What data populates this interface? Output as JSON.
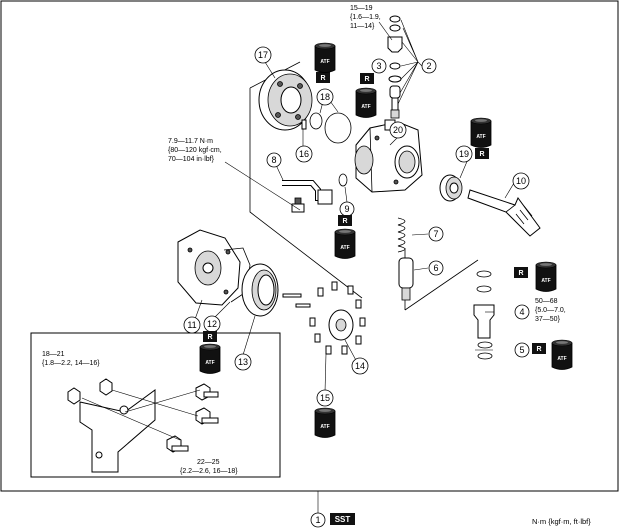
{
  "torques": {
    "t1": [
      "15—19",
      "{1.6—1.9,",
      "11—14}"
    ],
    "t2": [
      "7.9—11.7 N·m",
      "{80—120 kgf·cm,",
      "70—104 in·lbf}"
    ],
    "t3": [
      "50—68",
      "{5.0—7.0,",
      "37—50}"
    ],
    "t4": [
      "18—21",
      "{1.8—2.2, 14—16}"
    ],
    "t5": [
      "22—25",
      "{2.2—2.6, 16—18}"
    ]
  },
  "callouts": [
    "1",
    "2",
    "3",
    "4",
    "5",
    "6",
    "7",
    "8",
    "9",
    "10",
    "11",
    "12",
    "13",
    "14",
    "15",
    "16",
    "17",
    "18",
    "19",
    "20"
  ],
  "marks": {
    "replace": "R",
    "fluid": "ATF",
    "tool": "SST"
  },
  "footer": {
    "units": "N·m {kgf·m, ft·lbf}"
  }
}
